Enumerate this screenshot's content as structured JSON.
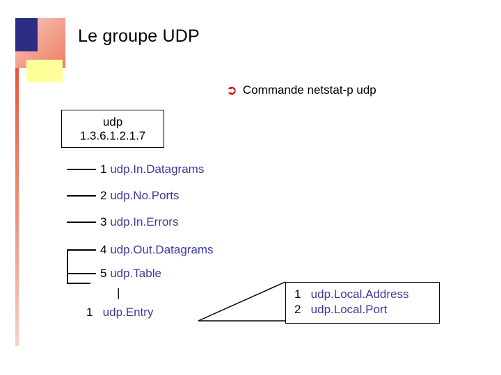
{
  "slide": {
    "title": "Le groupe UDP",
    "bullet": {
      "icon": "arrow-right-icon",
      "text": "Commande netstat-p udp"
    },
    "oid_box": {
      "line1": "udp",
      "line2": "1.3.6.1.2.1.7"
    },
    "tree": [
      {
        "num": "1",
        "name": "udp.In.Datagrams"
      },
      {
        "num": "2",
        "name": "udp.No.Ports"
      },
      {
        "num": "3",
        "name": "udp.In.Errors"
      },
      {
        "num": "4",
        "name": "udp.Out.Datagrams"
      },
      {
        "num": "5",
        "name": "udp.Table"
      }
    ],
    "entry": {
      "pipe": "|",
      "num": "1",
      "name": "udp.Entry"
    },
    "detail_box": [
      {
        "num": "1",
        "name": "udp.Local.Address"
      },
      {
        "num": "2",
        "name": "udp.Local.Port"
      }
    ],
    "colors": {
      "bullet_arrow": "#cc0000",
      "label_blue": "#3a3a9e",
      "deco_navy": "#2d2d86",
      "deco_yellow": "#ffff99",
      "deco_red": "#ef7d64"
    }
  }
}
